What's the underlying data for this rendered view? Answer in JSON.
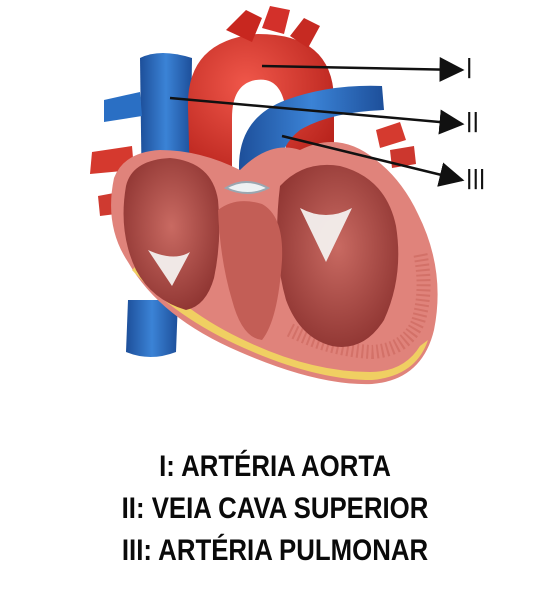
{
  "labels": {
    "marker_1": "I",
    "marker_2": "II",
    "marker_3": "III"
  },
  "legend": {
    "line_1": "I: ARTÉRIA AORTA",
    "line_2": "II: VEIA CAVA SUPERIOR",
    "line_3": "III: ARTÉRIA PULMONAR"
  },
  "colors": {
    "aorta_red": "#d8352b",
    "vein_blue": "#2a6fc4",
    "muscle": "#e48e86",
    "chamber": "#b04a45",
    "fat_yellow": "#f2d56a",
    "arrow": "#111111"
  }
}
